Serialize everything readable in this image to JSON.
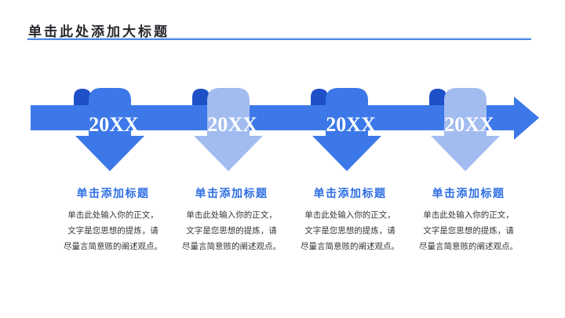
{
  "slide": {
    "title": "单击此处添加大标题"
  },
  "colors": {
    "primary_blue": "#3c78e8",
    "dark_blue": "#1e50c8",
    "light_blue": "#a3bcf0",
    "heading_blue": "#2d6ee3",
    "title_text": "#26282c",
    "body_text": "#373737",
    "underline_top": "#a9cdf3",
    "underline_bottom": "#3c78dc",
    "year_text": "#ffffff"
  },
  "timeline": {
    "markers": [
      {
        "year": "20XX",
        "tone": "solid"
      },
      {
        "year": "20XX",
        "tone": "light"
      },
      {
        "year": "20XX",
        "tone": "solid"
      },
      {
        "year": "20XX",
        "tone": "light"
      }
    ]
  },
  "columns": [
    {
      "heading": "单击添加标题",
      "body_lines": [
        "单击此处输入你的正文，",
        "文字是您思想的提炼，请",
        "尽量言简意赅的阐述观点。"
      ]
    },
    {
      "heading": "单击添加标题",
      "body_lines": [
        "单击此处输入你的正文，",
        "文字是您思想的提炼，请",
        "尽量言简意赅的阐述观点。"
      ]
    },
    {
      "heading": "单击添加标题",
      "body_lines": [
        "单击此处输入你的正文，",
        "文字是您思想的提炼，请",
        "尽量言简意赅的阐述观点。"
      ]
    },
    {
      "heading": "单击添加标题",
      "body_lines": [
        "单击此处输入你的正文，",
        "文字是您思想的提炼，请",
        "尽量言简意赅的阐述观点。"
      ]
    }
  ]
}
